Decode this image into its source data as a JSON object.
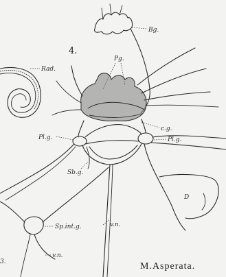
{
  "figure_number": "4.",
  "caption": "M.Asperata.",
  "labels": {
    "bg": "Bg.",
    "pg": "Pg.",
    "rad": "Rad.",
    "cg": "c.g.",
    "plg_left": "Pl.g.",
    "plg_right": "Pl.g.",
    "sbg": "Sb.g.",
    "d": "D",
    "spintg": "Sp.int.g.",
    "vn_center": "v.n.",
    "vn_lower": "v.n.",
    "edge_mark": "3."
  },
  "colors": {
    "ink": "#2a2a2a",
    "paper": "#f3f3f1",
    "ganglion_shade": "#8a8a8a"
  }
}
